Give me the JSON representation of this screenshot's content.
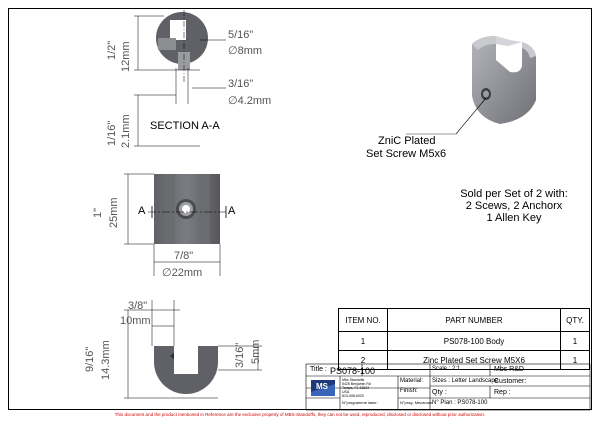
{
  "views": {
    "top": {
      "dim_h_fraction": "5/16\"",
      "dim_h_mm": "∅8mm",
      "dim_v_fraction": "1/2\"",
      "dim_v_mm": "12mm",
      "dim_hole_fraction": "3/16\"",
      "dim_hole_mm": "∅4.2mm",
      "dim_depth_fraction": "1/16\"",
      "dim_depth_mm": "2.1mm",
      "section_label": "SECTION A-A"
    },
    "front": {
      "dim_h_fraction": "1\"",
      "dim_h_mm": "25mm",
      "dim_w_fraction": "7/8\"",
      "dim_w_mm": "∅22mm",
      "section_marker_left": "A",
      "section_marker_right": "A"
    },
    "bottom": {
      "dim_w_fraction": "3/8\"",
      "dim_w_mm": "10mm",
      "dim_h_fraction": "9/16\"",
      "dim_h_mm": "14.3mm",
      "dim_slot_fraction": "3/16\"",
      "dim_slot_mm": "5mm"
    },
    "iso": {
      "callout_line1": "ZniC Plated",
      "callout_line2": "Set Screw M5x6"
    }
  },
  "note": {
    "line1": "Sold per Set of 2 with:",
    "line2": "2 Scews, 2  Anchorx",
    "line3": "1 Allen Key"
  },
  "bom": {
    "headers": [
      "ITEM NO.",
      "PART NUMBER",
      "QTY."
    ],
    "rows": [
      [
        "1",
        "PS078-100 Body",
        "1"
      ],
      [
        "2",
        "Zinc Plated Set Screw M5X6",
        "1"
      ]
    ]
  },
  "title_block": {
    "title_label": "Title :",
    "title_value": "PS078-100",
    "scale": "Scale : 2:1",
    "company": "Mbs R&D",
    "sizes": "Sizes : Letter Landscape",
    "customer": "Customer:",
    "material": "Material:",
    "finish": "Finish:",
    "qty": "Qty :",
    "rep": "Rep :",
    "programme": "N°programme laser:",
    "prog": "N°prog. Mecanum.",
    "plan": "N° Plan : PS078-100",
    "logo_text": "MS",
    "address_1": "Mbs Standoffs",
    "address_2": "5425 Benjamin Rd",
    "address_3": "Tampa, FL 33634",
    "address_4": "USA",
    "address_5": "813-908-6020"
  },
  "disclaimer": "This document and the product mentioned in Reference are the exclusive property of MBS-Standoffs, they can not be used, reproduced, disclosed or disclosed without prior authorization."
}
